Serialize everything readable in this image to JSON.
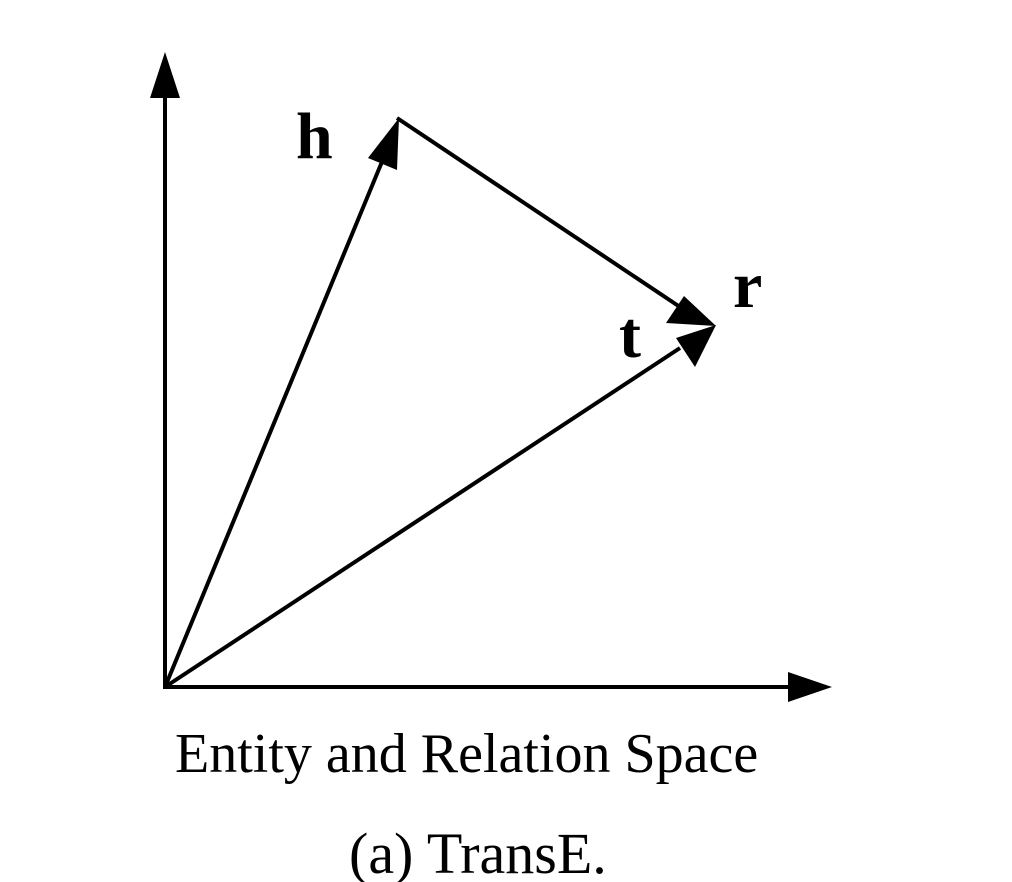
{
  "diagram": {
    "vectors": {
      "h": "h",
      "r": "r",
      "t": "t"
    },
    "space_label": "Entity and Relation Space",
    "caption": "(a) TransE.",
    "stroke_color": "#000000"
  }
}
